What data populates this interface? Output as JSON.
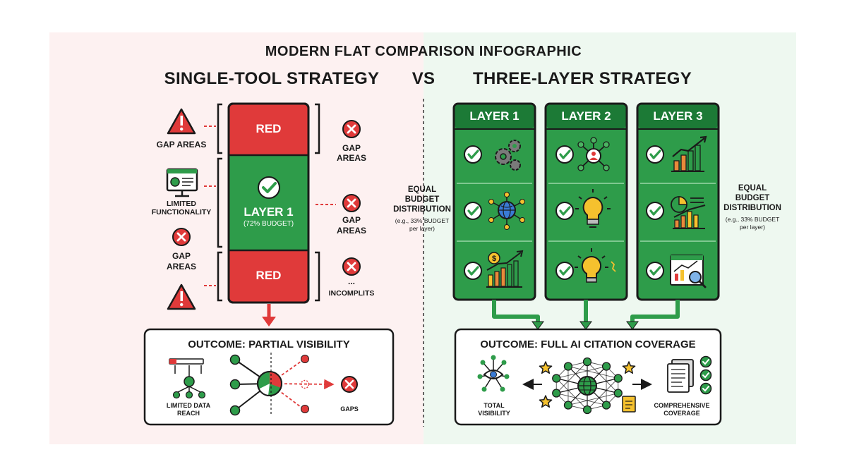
{
  "title": "MODERN FLAT COMPARISON INFOGRAPHIC",
  "left": {
    "heading": "SINGLE-TOOL STRATEGY",
    "bar": {
      "top_label": "RED",
      "middle_label": "LAYER 1",
      "middle_sub": "(72% BUDGET)",
      "bottom_label": "RED"
    },
    "left_labels": {
      "gap_top": "GAP AREAS",
      "limited_line1": "LIMITED",
      "limited_line2": "FUNCTIONALITY",
      "gap_mid_line1": "GAP",
      "gap_mid_line2": "AREAS"
    },
    "right_labels": {
      "gap1_line1": "GAP",
      "gap1_line2": "AREAS",
      "gap2_line1": "GAP",
      "gap2_line2": "AREAS",
      "dots": "...",
      "incomplete": "INCOMPLITS"
    },
    "outcome": {
      "title": "OUTCOME: PARTIAL VISIBILITY",
      "reach_line1": "LIMITED DATA",
      "reach_line2": "REACH",
      "gaps": "GAPS"
    }
  },
  "vs": "VS",
  "right": {
    "heading": "THREE-LAYER STRATEGY",
    "layers": [
      "LAYER 1",
      "LAYER 2",
      "LAYER 3"
    ],
    "note_left": {
      "line1": "EQUAL",
      "line2": "BUDGET",
      "line3": "DISTRIBUTION",
      "line4": "(e.g., 33% BUDGET",
      "line5": "per layer)"
    },
    "note_right": {
      "line1": "EQUAL",
      "line2": "BUDGET",
      "line3": "DISTRIBUTION",
      "line4": "(e.g., 33% BUDGET",
      "line5": "per layer)"
    },
    "outcome": {
      "title": "OUTCOME: FULL AI CITATION COVERAGE",
      "total_line1": "TOTAL",
      "total_line2": "VISIBILITY",
      "comp_line1": "COMPREHENSIVE",
      "comp_line2": "COVERAGE"
    }
  },
  "colors": {
    "red": "#e03a3a",
    "green": "#2e9c4a",
    "dark_green": "#1c7a36",
    "light_green": "#4bb562",
    "outline": "#1a1a1a",
    "gold": "#f5c12e"
  },
  "icons": [
    "warning-icon",
    "error-x-icon",
    "check-icon",
    "monitor-chart-icon",
    "gears-icon",
    "network-user-icon",
    "growth-chart-icon",
    "globe-network-icon",
    "lightbulb-icon",
    "pie-chart-icon",
    "dollar-chart-icon",
    "report-search-icon",
    "eye-network-icon",
    "star-icon",
    "document-check-icon"
  ]
}
